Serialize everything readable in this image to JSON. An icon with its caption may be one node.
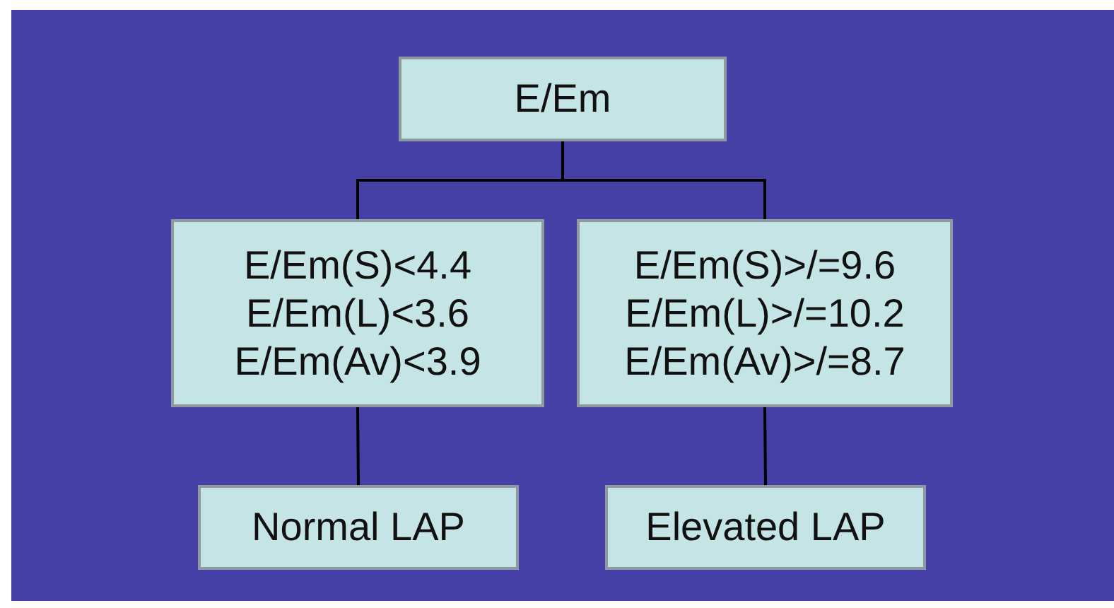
{
  "diagram": {
    "nodes": [
      {
        "text": [
          "E/Em"
        ]
      },
      {
        "text": [
          "E/Em(S)<4.4",
          "E/Em(L)<3.6",
          "E/Em(Av)<3.9"
        ]
      },
      {
        "text": [
          "E/Em(S)>/=9.6",
          "E/Em(L)>/=10.2",
          "E/Em(Av)>/=8.7"
        ]
      },
      {
        "text": [
          "Normal LAP"
        ]
      },
      {
        "text": [
          "Elevated LAP"
        ]
      }
    ],
    "edges": [
      {
        "from": 0,
        "to": 1,
        "arrow": "none"
      },
      {
        "from": 0,
        "to": 2,
        "arrow": "none"
      },
      {
        "from": 1,
        "to": 3,
        "arrow": "none"
      },
      {
        "from": 2,
        "to": 4,
        "arrow": "none"
      }
    ]
  }
}
